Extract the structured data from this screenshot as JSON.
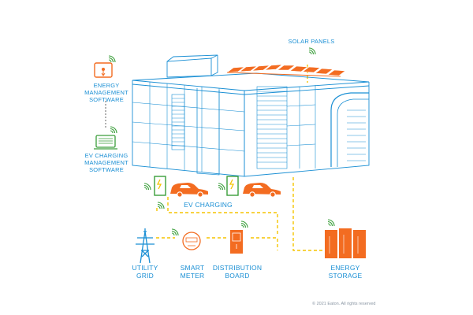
{
  "labels": {
    "solar_panels": "SOLAR PANELS",
    "energy_mgmt": "ENERGY\nMANAGEMENT\nSOFTWARE",
    "ev_charging_mgmt": "EV CHARGING\nMANAGEMENT\nSOFTWARE",
    "ev_charging": "EV CHARGING",
    "utility_grid": "UTILITY\nGRID",
    "smart_meter": "SMART\nMETER",
    "distribution_board": "DISTRIBUTION\nBOARD",
    "energy_storage": "ENERGY\nSTORAGE"
  },
  "footer": {
    "copyright": "© 2021 Eaton. All rights reserved"
  },
  "colors": {
    "line_blue": "#1a8fd4",
    "accent_orange": "#f36c21",
    "charger_green": "#3a9e3a",
    "wifi_green": "#3a9e3a",
    "flow_yellow": "#f5c400"
  },
  "icons": [
    "tablet-touch-icon",
    "laptop-icon",
    "wifi-icon",
    "ev-charger-icon",
    "car-icon",
    "transmission-tower-icon",
    "smart-meter-icon",
    "distribution-board-icon",
    "battery-storage-icon",
    "solar-panel-icon"
  ]
}
